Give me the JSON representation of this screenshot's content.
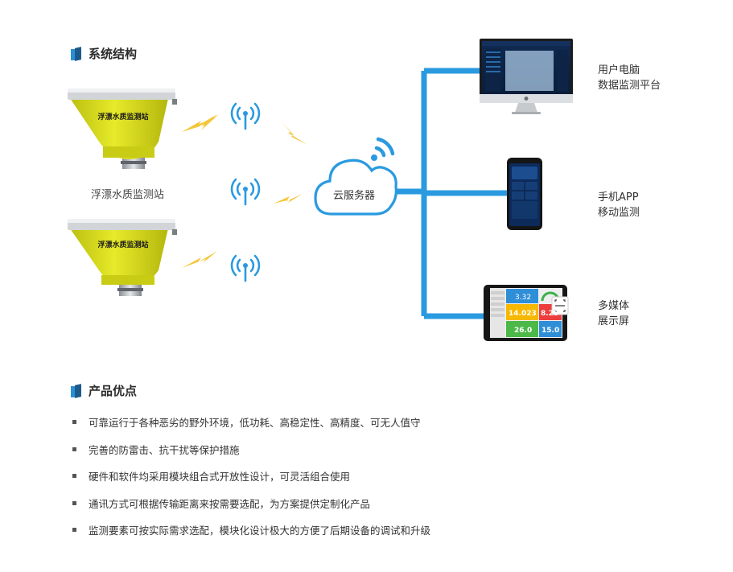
{
  "section_structure": {
    "title": "系统结构"
  },
  "stations": {
    "body_text": "浮漂水质监测站",
    "caption": "浮漂水质监测站"
  },
  "cloud": {
    "label": "云服务器"
  },
  "devices": [
    {
      "line1": "用户电脑",
      "line2": "数据监测平台"
    },
    {
      "line1": "手机APP",
      "line2": "移动监测"
    },
    {
      "line1": "多媒体",
      "line2": "展示屏"
    }
  ],
  "tablet": {
    "value_top": "3.32",
    "value_left": "14.023",
    "value_right": "8.25",
    "value_bottom_left": "26.0",
    "value_bottom_right": "15.0"
  },
  "section_advantages": {
    "title": "产品优点",
    "items": [
      "可靠运行于各种恶劣的野外环境，低功耗、高稳定性、高精度、可无人值守",
      "完善的防雷击、抗干扰等保护措施",
      "硬件和软件均采用模块组合式开放性设计，可灵活组合使用",
      "通讯方式可根据传输距离来按需要选配，为方案提供定制化产品",
      "监测要素可按实际需求选配，模块化设计极大的方便了后期设备的调试和升级"
    ]
  },
  "colors": {
    "connector_blue": "#2a9ae0",
    "buoy_yellow": "#dde11c",
    "lightning_yellow": "#f5c63a",
    "accent_dark": "#1d5a8a"
  }
}
